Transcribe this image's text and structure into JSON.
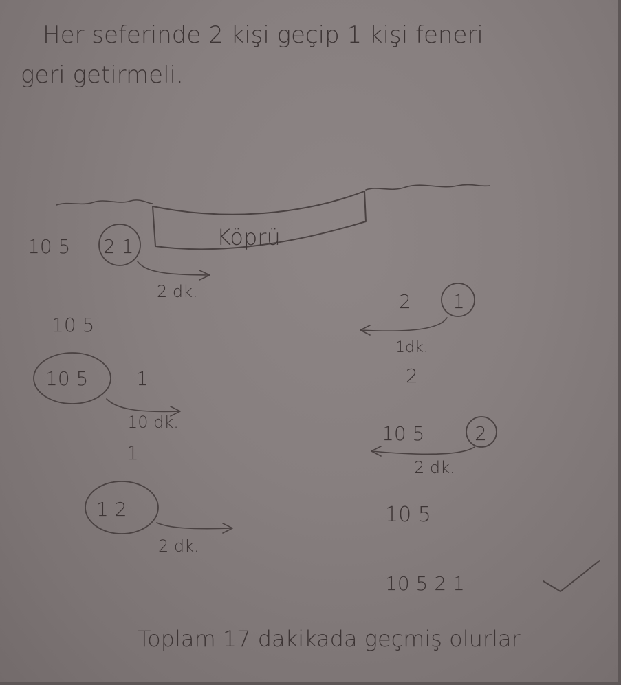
{
  "note": {
    "heading_line1": "Her seferinde 2 kişi geçip 1 kişi feneri",
    "heading_line2": "geri getirmeli.",
    "bridge_label": "Köprü",
    "left_side": {
      "step1_group": "10 5",
      "step1_circled": "2 1",
      "step1_time": "2 dk.",
      "step2_remaining": "10 5",
      "step3_circled": "10 5",
      "step3_other": "1",
      "step3_time": "10 dk.",
      "step4_remaining": "1",
      "step5_circled": "1 2",
      "step5_time": "2 dk."
    },
    "right_side": {
      "step1_group": "2",
      "step1_circled": "1",
      "step1_time": "1dk.",
      "step2_remaining": "2",
      "step3_group": "10 5",
      "step3_circled": "2",
      "step3_time": "2 dk.",
      "step4_remaining": "10 5",
      "final_group": "10 5 2 1",
      "final_mark": "✓"
    },
    "conclusion": "Toplam 17 dakikada geçmiş olurlar"
  }
}
